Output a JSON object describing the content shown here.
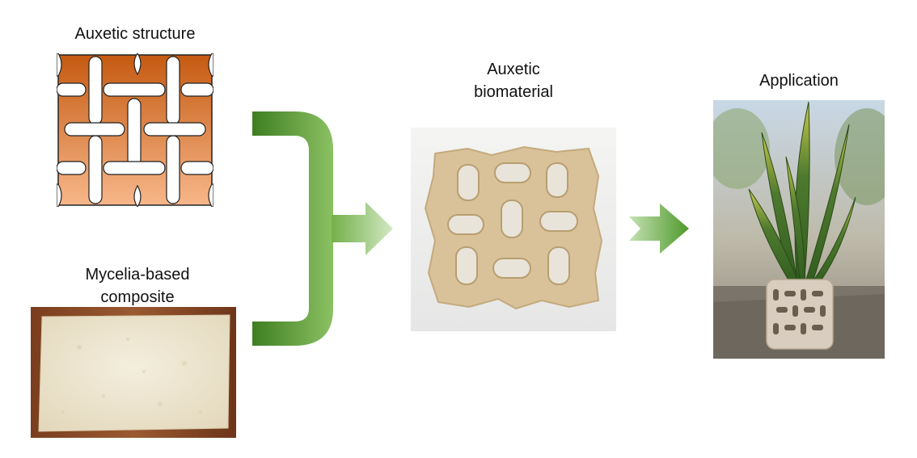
{
  "labels": {
    "auxetic_structure": "Auxetic structure",
    "mycelia_line1": "Mycelia-based",
    "mycelia_line2": "composite",
    "biomaterial_line1": "Auxetic",
    "biomaterial_line2": "biomaterial",
    "application": "Application"
  },
  "colors": {
    "orange_top": "#C55A11",
    "orange_bottom": "#F7B78A",
    "green_dark": "#4E8F2A",
    "green_light": "#C6E0B4",
    "mycelium": "#EEE7D5",
    "wood": "#8A4A25",
    "biomaterial": "#D9C29A"
  },
  "icons": {
    "merge_arrow": "bracket-arrow-icon",
    "right_arrow": "right-arrow-icon"
  }
}
